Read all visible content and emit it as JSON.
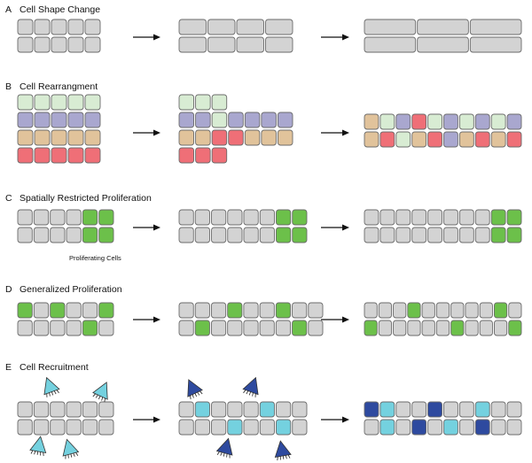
{
  "colors": {
    "gray": "#d3d3d3",
    "mint": "#d8ecd3",
    "lavender": "#a9a7cf",
    "tan": "#e1c39b",
    "pink": "#ef6f77",
    "green": "#6cc04a",
    "cyan": "#74d1df",
    "navy": "#2e4a9f",
    "outline": "#6b6b6b"
  },
  "panels": [
    {
      "id": "A",
      "letter": "A",
      "title": "Cell Shape Change",
      "stages": [
        {
          "rows": [
            [
              "gray",
              "gray",
              "gray",
              "gray",
              "gray"
            ],
            [
              "gray",
              "gray",
              "gray",
              "gray",
              "gray"
            ]
          ]
        },
        {
          "rows": [
            [
              "gray",
              "gray",
              "gray",
              "gray"
            ],
            [
              "gray",
              "gray",
              "gray",
              "gray"
            ]
          ]
        },
        {
          "rows": [
            [
              "gray",
              "gray",
              "gray"
            ],
            [
              "gray",
              "gray",
              "gray"
            ]
          ]
        }
      ]
    },
    {
      "id": "B",
      "letter": "B",
      "title": "Cell Rearrangment",
      "stages": [
        {
          "rows": [
            [
              "mint",
              "mint",
              "mint",
              "mint",
              "mint"
            ],
            [
              "lavender",
              "lavender",
              "lavender",
              "lavender",
              "lavender"
            ],
            [
              "tan",
              "tan",
              "tan",
              "tan",
              "tan"
            ],
            [
              "pink",
              "pink",
              "pink",
              "pink",
              "pink"
            ]
          ]
        },
        {
          "rows": [
            [
              "mint",
              "mint",
              "mint"
            ],
            [
              "lavender",
              "lavender",
              "mint",
              "lavender",
              "lavender",
              "lavender",
              "lavender"
            ],
            [
              "tan",
              "tan",
              "pink",
              "pink",
              "tan",
              "tan",
              "tan"
            ],
            [
              "pink",
              "pink",
              "pink"
            ]
          ]
        },
        {
          "rows": [
            [
              "tan",
              "mint",
              "lavender",
              "pink",
              "mint",
              "lavender",
              "mint",
              "lavender",
              "mint",
              "lavender"
            ],
            [
              "tan",
              "pink",
              "mint",
              "tan",
              "pink",
              "lavender",
              "tan",
              "pink",
              "tan",
              "pink"
            ]
          ]
        }
      ]
    },
    {
      "id": "C",
      "letter": "C",
      "title": "Spatially Restricted Proliferation",
      "note": "Proliferating Cells",
      "stages": [
        {
          "rows": [
            [
              "gray",
              "gray",
              "gray",
              "gray",
              "green",
              "green"
            ],
            [
              "gray",
              "gray",
              "gray",
              "gray",
              "green",
              "green"
            ]
          ]
        },
        {
          "rows": [
            [
              "gray",
              "gray",
              "gray",
              "gray",
              "gray",
              "gray",
              "green",
              "green"
            ],
            [
              "gray",
              "gray",
              "gray",
              "gray",
              "gray",
              "gray",
              "green",
              "green"
            ]
          ]
        },
        {
          "rows": [
            [
              "gray",
              "gray",
              "gray",
              "gray",
              "gray",
              "gray",
              "gray",
              "gray",
              "green",
              "green"
            ],
            [
              "gray",
              "gray",
              "gray",
              "gray",
              "gray",
              "gray",
              "gray",
              "gray",
              "green",
              "green"
            ]
          ]
        }
      ]
    },
    {
      "id": "D",
      "letter": "D",
      "title": "Generalized Proliferation",
      "stages": [
        {
          "rows": [
            [
              "green",
              "gray",
              "green",
              "gray",
              "gray",
              "green"
            ],
            [
              "gray",
              "gray",
              "gray",
              "gray",
              "green",
              "gray"
            ]
          ]
        },
        {
          "rows": [
            [
              "gray",
              "gray",
              "gray",
              "green",
              "gray",
              "gray",
              "green",
              "gray",
              "gray"
            ],
            [
              "gray",
              "green",
              "gray",
              "gray",
              "gray",
              "gray",
              "gray",
              "green",
              "gray"
            ]
          ]
        },
        {
          "rows": [
            [
              "gray",
              "gray",
              "gray",
              "green",
              "gray",
              "gray",
              "gray",
              "gray",
              "gray",
              "green",
              "gray"
            ],
            [
              "green",
              "gray",
              "gray",
              "gray",
              "gray",
              "gray",
              "green",
              "gray",
              "gray",
              "gray",
              "green"
            ]
          ]
        }
      ]
    },
    {
      "id": "E",
      "letter": "E",
      "title": "Cell Recruitment",
      "stages": [
        {
          "rows": [
            [
              "gray",
              "gray",
              "gray",
              "gray",
              "gray",
              "gray"
            ],
            [
              "gray",
              "gray",
              "gray",
              "gray",
              "gray",
              "gray"
            ]
          ]
        },
        {
          "rows": [
            [
              "gray",
              "cyan",
              "gray",
              "gray",
              "gray",
              "cyan",
              "gray",
              "gray"
            ],
            [
              "gray",
              "gray",
              "gray",
              "cyan",
              "gray",
              "gray",
              "cyan",
              "gray"
            ]
          ]
        },
        {
          "rows": [
            [
              "navy",
              "cyan",
              "gray",
              "gray",
              "navy",
              "gray",
              "gray",
              "cyan",
              "gray",
              "gray"
            ],
            [
              "gray",
              "cyan",
              "gray",
              "navy",
              "gray",
              "cyan",
              "gray",
              "navy",
              "gray",
              "gray"
            ]
          ]
        }
      ]
    }
  ],
  "migrating_cells": [
    {
      "panel": "E",
      "stage": 0,
      "color": "cyan"
    },
    {
      "panel": "E",
      "stage": 0,
      "color": "cyan"
    },
    {
      "panel": "E",
      "stage": 0,
      "color": "cyan"
    },
    {
      "panel": "E",
      "stage": 0,
      "color": "cyan"
    },
    {
      "panel": "E",
      "stage": 1,
      "color": "navy"
    },
    {
      "panel": "E",
      "stage": 1,
      "color": "navy"
    },
    {
      "panel": "E",
      "stage": 1,
      "color": "navy"
    },
    {
      "panel": "E",
      "stage": 1,
      "color": "navy"
    }
  ]
}
